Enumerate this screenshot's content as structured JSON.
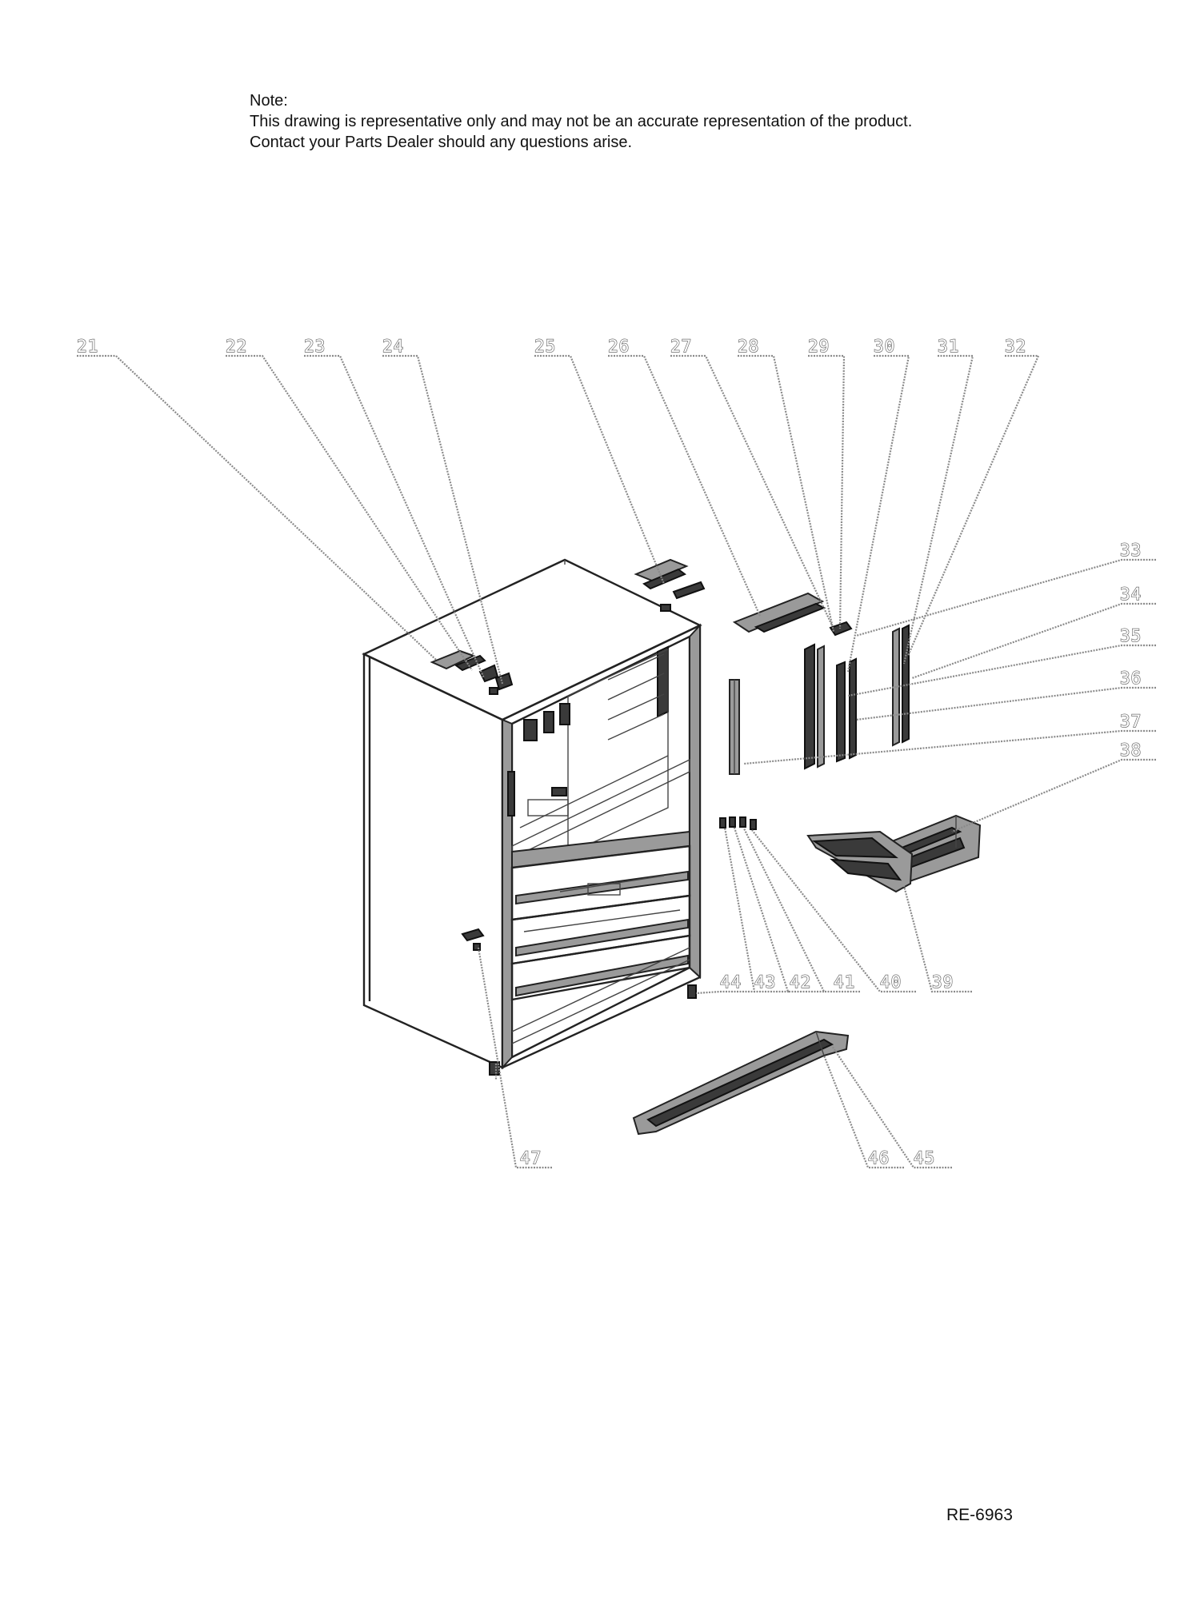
{
  "note": {
    "heading": "Note:",
    "line1": "This drawing is representative only and may not be an accurate representation of the product.",
    "line2": "Contact your Parts Dealer should any questions arise."
  },
  "document_number": "RE-6963",
  "callouts": [
    "21",
    "22",
    "23",
    "24",
    "25",
    "26",
    "27",
    "28",
    "29",
    "30",
    "31",
    "32",
    "33",
    "34",
    "35",
    "36",
    "37",
    "38",
    "39",
    "40",
    "41",
    "42",
    "43",
    "44",
    "45",
    "46",
    "47"
  ]
}
